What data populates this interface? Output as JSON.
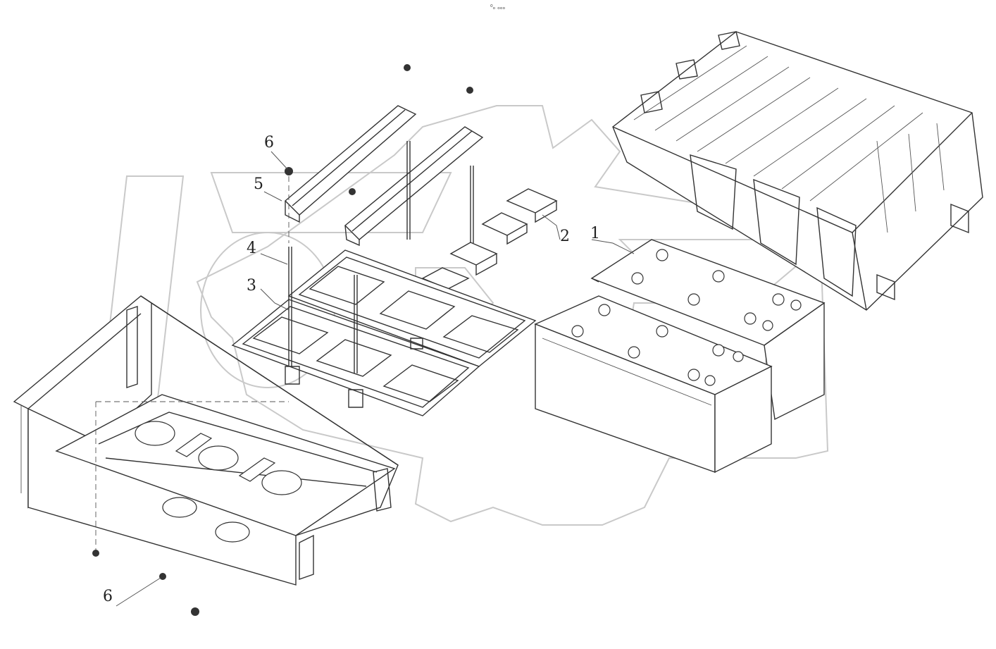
{
  "header": {
    "mark": "⁰ₒ ₒₒₒ"
  },
  "callouts": [
    {
      "id": "1",
      "label": "1"
    },
    {
      "id": "2",
      "label": "2"
    },
    {
      "id": "3",
      "label": "3"
    },
    {
      "id": "4",
      "label": "4"
    },
    {
      "id": "5",
      "label": "5"
    },
    {
      "id": "6a",
      "label": "6"
    },
    {
      "id": "6b",
      "label": "6"
    }
  ],
  "colors": {
    "line": "#333333",
    "watermark": "#c9c9c9",
    "background": "#ffffff"
  }
}
